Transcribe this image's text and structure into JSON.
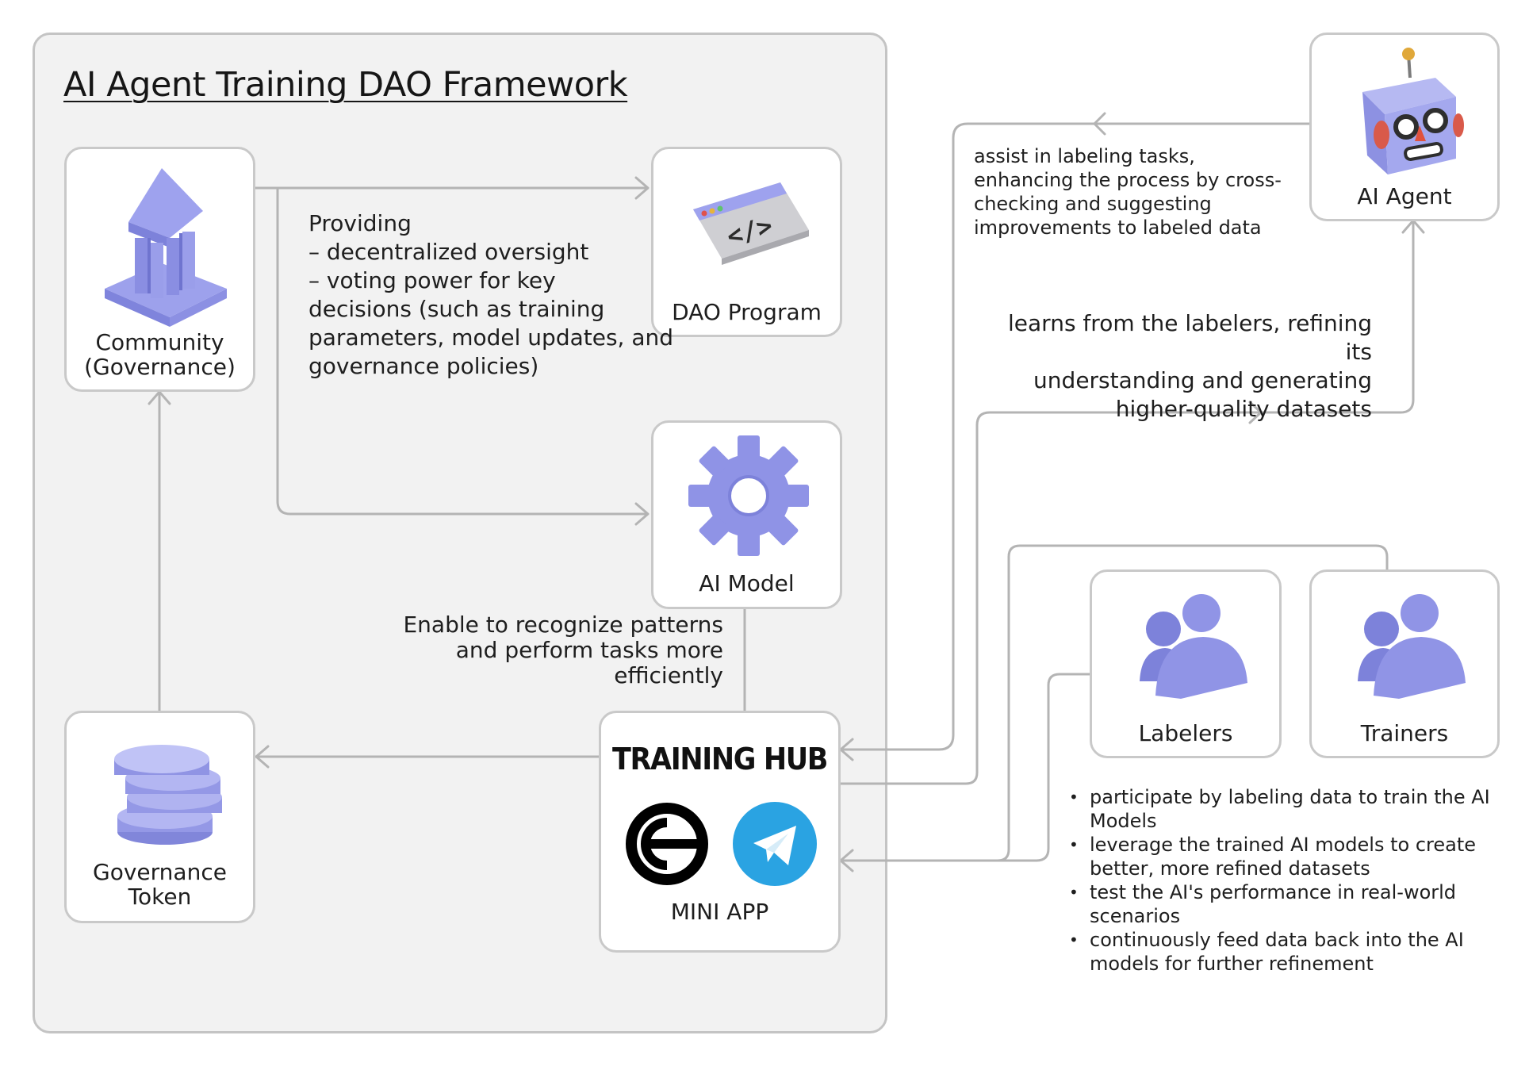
{
  "title": "AI Agent Training DAO Framework",
  "nodes": {
    "community": "Community\n(Governance)",
    "dao_program": "DAO Program",
    "ai_model": "AI Model",
    "governance_token": "Governance\nToken",
    "ai_agent": "AI Agent",
    "labelers": "Labelers",
    "trainers": "Trainers",
    "training_hub": {
      "title": "TRAINING HUB",
      "subtitle": "MINI APP"
    }
  },
  "annotations": {
    "providing": [
      "Providing",
      "– decentralized oversight",
      "– voting power for key",
      "decisions (such as training",
      "parameters, model updates, and",
      "governance policies)"
    ],
    "enable": [
      "Enable to recognize patterns",
      "and perform tasks more",
      "efficiently"
    ],
    "assist": [
      "assist in labeling tasks,",
      "enhancing the process by cross-",
      "checking and suggesting",
      "improvements to labeled data"
    ],
    "learns": [
      "learns from the labelers, refining its",
      "understanding and generating",
      "higher-quality datasets"
    ]
  },
  "bullets": [
    "participate by labeling data to train the AI Models",
    "leverage the trained AI models to create better, more refined datasets",
    "test the AI's performance in real-world scenarios",
    "continuously feed data back into the AI models for further refinement"
  ],
  "colors": {
    "icon_purple": "#8f93e6",
    "connector_gray": "#b4b4b4",
    "telegram_blue": "#2aa3e2"
  },
  "icons": [
    "bank-icon",
    "code-window-icon",
    "gear-icon",
    "coin-stack-icon",
    "robot-icon",
    "people-icon",
    "worldcoin-icon",
    "telegram-icon"
  ]
}
